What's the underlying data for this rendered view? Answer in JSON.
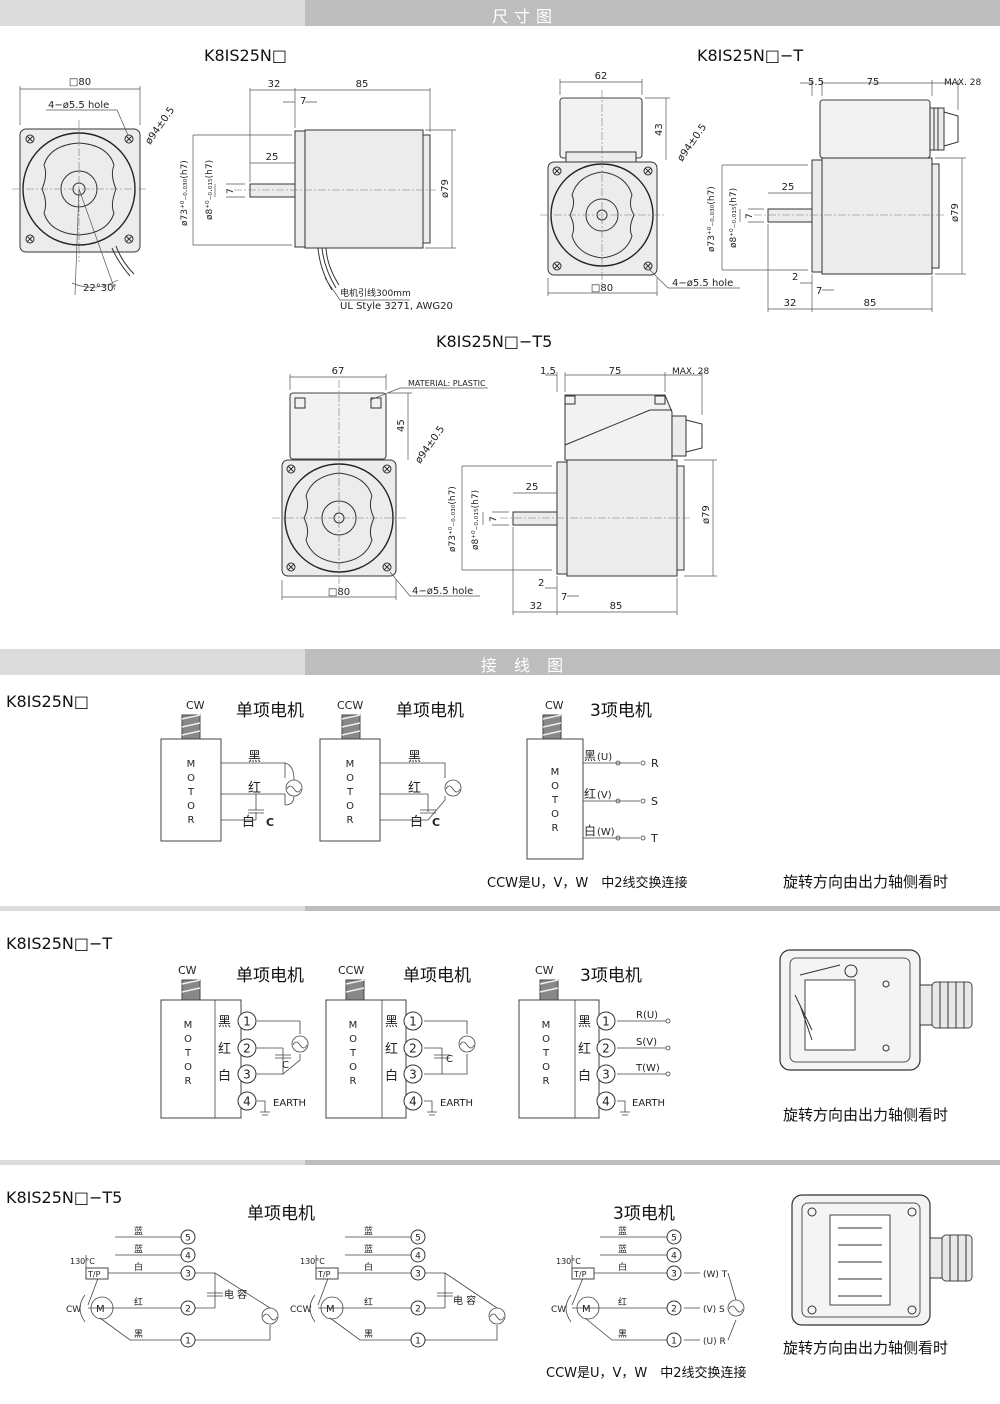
{
  "sections": {
    "dimension_title": "尺寸图",
    "wiring_title": "接 线 图"
  },
  "dims": {
    "m1": {
      "title": "K8IS25N□",
      "sq80": "□80",
      "hole": "4−ø5.5 hole",
      "d94": "ø94±0.5",
      "angle": "22°30'",
      "l32": "32",
      "l85": "85",
      "l7": "7",
      "l25": "25",
      "d73": "ø73⁺⁰₋₀.₀₃₀(h7)",
      "d8": "ø8⁺⁰₋₀.₀₁₅(h7)",
      "d79": "ø79",
      "lead": "电机引线300mm",
      "ul": "UL Style 3271, AWG20"
    },
    "m2": {
      "title": "K8IS25N□−T",
      "l62": "62",
      "l43": "43",
      "d94": "ø94±0.5",
      "sq80": "□80",
      "hole": "4−ø5.5 hole",
      "l5_5": "5.5",
      "l75": "75",
      "max28": "MAX. 28",
      "l25": "25",
      "l7": "7",
      "l2": "2",
      "l32": "32",
      "l85": "85",
      "d79": "ø79",
      "d73": "ø73⁺⁰₋₀.₀₃₀(h7)",
      "d8": "ø8⁺⁰₋₀.₀₁₅(h7)"
    },
    "m3": {
      "title": "K8IS25N□−T5",
      "l67": "67",
      "material": "MATERIAL: PLASTIC",
      "l45": "45",
      "d94": "ø94±0.5",
      "sq80": "□80",
      "hole": "4−ø5.5 hole",
      "l1_5": "1.5",
      "l75": "75",
      "max28": "MAX. 28",
      "l25": "25",
      "l7": "7",
      "l2": "2",
      "l32": "32",
      "l85": "85",
      "d79": "ø79",
      "d73": "ø73⁺⁰₋₀.₀₃₀(h7)",
      "d8": "ø8⁺⁰₋₀.₀₁₅(h7)"
    }
  },
  "wiring": {
    "cw": "CW",
    "ccw": "CCW",
    "single_phase": "单项电机",
    "three_phase": "3项电机",
    "motor": [
      "M",
      "O",
      "T",
      "O",
      "R"
    ],
    "black": "黑",
    "red": "红",
    "white": "白",
    "blue": "蓝",
    "cap": "C",
    "capacitor": "电 容",
    "earth": "EARTH",
    "tp": "T/P",
    "temp": "130°C",
    "u": "(U)",
    "v": "(V)",
    "w": "(W)",
    "r": "R",
    "s": "S",
    "t": "T",
    "ru": "R(U)",
    "sv": "S(V)",
    "tw": "T(W)",
    "wt": "(W) T",
    "vs": "(V) S",
    "ur": "(U) R",
    "n1": "1",
    "n2": "2",
    "n3": "3",
    "n4": "4",
    "n5": "5",
    "view_note": "旋转方向由出力轴侧看时",
    "ccw_note": "CCW是U，V，W　中2线交换连接",
    "row1_model": "K8IS25N□",
    "row2_model": "K8IS25N□−T",
    "row3_model": "K8IS25N□−T5"
  }
}
